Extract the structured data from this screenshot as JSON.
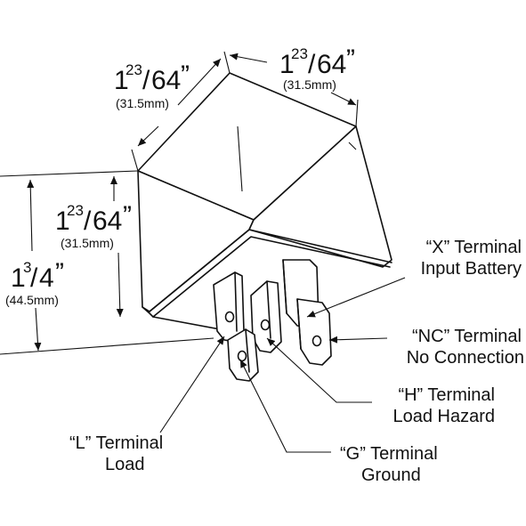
{
  "dimensions": {
    "top_left": {
      "whole": "1",
      "numerator": "23",
      "slash": "/",
      "denominator": "64",
      "quote": "”",
      "metric": "(31.5mm)"
    },
    "top_right": {
      "whole": "1",
      "numerator": "23",
      "slash": "/",
      "denominator": "64",
      "quote": "”",
      "metric": "(31.5mm)"
    },
    "side_height": {
      "whole": "1",
      "numerator": "23",
      "slash": "/",
      "denominator": "64",
      "quote": "”",
      "metric": "(31.5mm)"
    },
    "overall_height": {
      "whole": "1",
      "numerator": "3",
      "slash": "/",
      "denominator": "4",
      "quote": "”",
      "metric": "(44.5mm)"
    }
  },
  "terminals": {
    "x": {
      "line1": "“X” Terminal",
      "line2": "Input Battery"
    },
    "nc": {
      "line1": "“NC” Terminal",
      "line2": "No Connection"
    },
    "h": {
      "line1": "“H” Terminal",
      "line2": "Load Hazard"
    },
    "l": {
      "line1": "“L” Terminal",
      "line2": "Load"
    },
    "g": {
      "line1": "“G” Terminal",
      "line2": "Ground"
    }
  }
}
